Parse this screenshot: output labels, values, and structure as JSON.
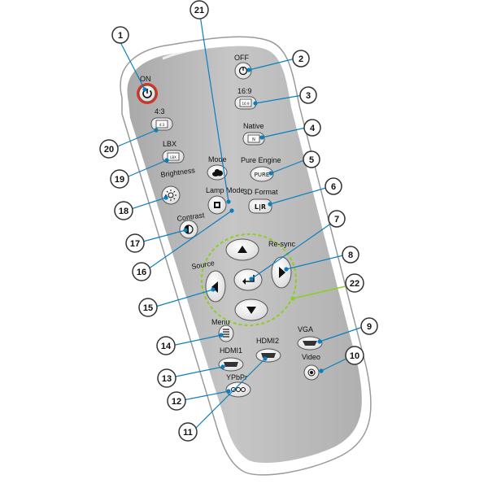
{
  "labels": {
    "on": "ON",
    "off": "OFF",
    "ratio169": "16:9",
    "ratio43": "4:3",
    "native": "Native",
    "lbx": "LBX",
    "mode": "Mode",
    "pure_engine": "Pure Engine",
    "brightness": "Brightness",
    "lamp_mode": "Lamp Mode",
    "format3d": "3D Format",
    "contrast": "Contrast",
    "resync": "Re-sync",
    "source": "Source",
    "menu": "Menu",
    "vga": "VGA",
    "hdmi1": "HDMI1",
    "hdmi2": "HDMI2",
    "video": "Video",
    "ypbpr": "YPbPr"
  },
  "button_text": {
    "ratio169_face": "16:9",
    "ratio43_face": "4:3",
    "native_face": "N",
    "pure_face": "PURE",
    "format3d_face": "L|R",
    "lbx_face": "LBX"
  },
  "callouts": {
    "n1": "1",
    "n2": "2",
    "n3": "3",
    "n4": "4",
    "n5": "5",
    "n6": "6",
    "n7": "7",
    "n8": "8",
    "n9": "9",
    "n10": "10",
    "n11": "11",
    "n12": "12",
    "n13": "13",
    "n14": "14",
    "n15": "15",
    "n16": "16",
    "n17": "17",
    "n18": "18",
    "n19": "19",
    "n20": "20",
    "n21": "21",
    "n22": "22"
  },
  "icons": {
    "power": "power-icon",
    "brightness": "sun-icon",
    "contrast": "half-circle-icon",
    "mode": "cloud-icon",
    "lamp": "lamp-icon",
    "enter": "enter-arrow-icon",
    "menu": "menu-lines-icon",
    "hdmi": "hdmi-port-icon",
    "vga": "vga-port-icon",
    "video": "video-dot-icon",
    "ypbpr": "component-dots-icon"
  },
  "colors": {
    "remote_body": "#bdbdbd",
    "remote_outline": "#ffffff",
    "button_fill": "#ececec",
    "on_ring": "#e0301e",
    "callout_line": "#0a7fc0",
    "callout_dot": "#0a7fc0",
    "dpad_ring": "#8ccf1e"
  }
}
